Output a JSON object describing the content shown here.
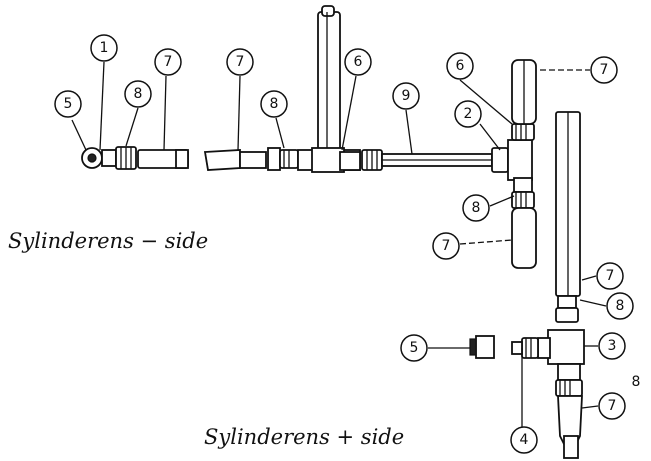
{
  "labels": {
    "minus_side": "Sylinderens − side",
    "plus_side": "Sylinderens + side"
  },
  "callouts": {
    "c1": "1",
    "c5a": "5",
    "c8a": "8",
    "c7a": "7",
    "c7b": "7",
    "c8b": "8",
    "c6a": "6",
    "c9": "9",
    "c6b": "6",
    "c7c": "7",
    "c2": "2",
    "c8c": "8",
    "c7d": "7",
    "c7e": "7",
    "c8d": "8",
    "c5b": "5",
    "c3": "3",
    "c7f": "7",
    "c8e": "8",
    "c4": "4"
  }
}
